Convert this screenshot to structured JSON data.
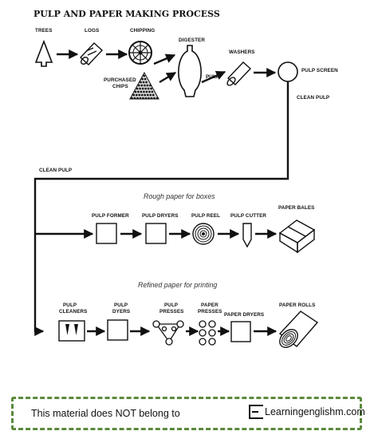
{
  "title": "PULP AND PAPER MAKING PROCESS",
  "labels": {
    "trees": "TREES",
    "logs": "LOGS",
    "chipping": "CHIPPING",
    "purchased_1": "PURCHASED",
    "purchased_2": "CHIPS",
    "digester": "DIGESTER",
    "pulp": "PULP",
    "washers": "WASHERS",
    "pulp_screen": "PULP SCREEN",
    "clean_pulp_right": "CLEAN PULP",
    "clean_pulp_left": "CLEAN PULP",
    "pulp_former": "PULP FORMER",
    "pulp_dryers_1": "PULP DRYERS",
    "pulp_reel": "PULP REEL",
    "pulp_cutter": "PULP CUTTER",
    "paper_bales": "PAPER BALES",
    "pulp_cleaners_1": "PULP",
    "pulp_cleaners_2": "CLEANERS",
    "pulp_dyers_1": "PULP",
    "pulp_dyers_2": "DYERS",
    "pulp_presses_1": "PULP",
    "pulp_presses_2": "PRESSES",
    "paper_presses_1": "PAPER",
    "paper_presses_2": "PRESSES",
    "paper_dryers": "PAPER DRYERS",
    "paper_rolls": "PAPER ROLLS"
  },
  "sections": {
    "rough": "Rough paper for boxes",
    "refined": "Refined paper for printing"
  },
  "footer": {
    "text": "This material does NOT belong to",
    "logo_text": "Learningenglishm.com",
    "border_color": "#5a8a3c"
  }
}
